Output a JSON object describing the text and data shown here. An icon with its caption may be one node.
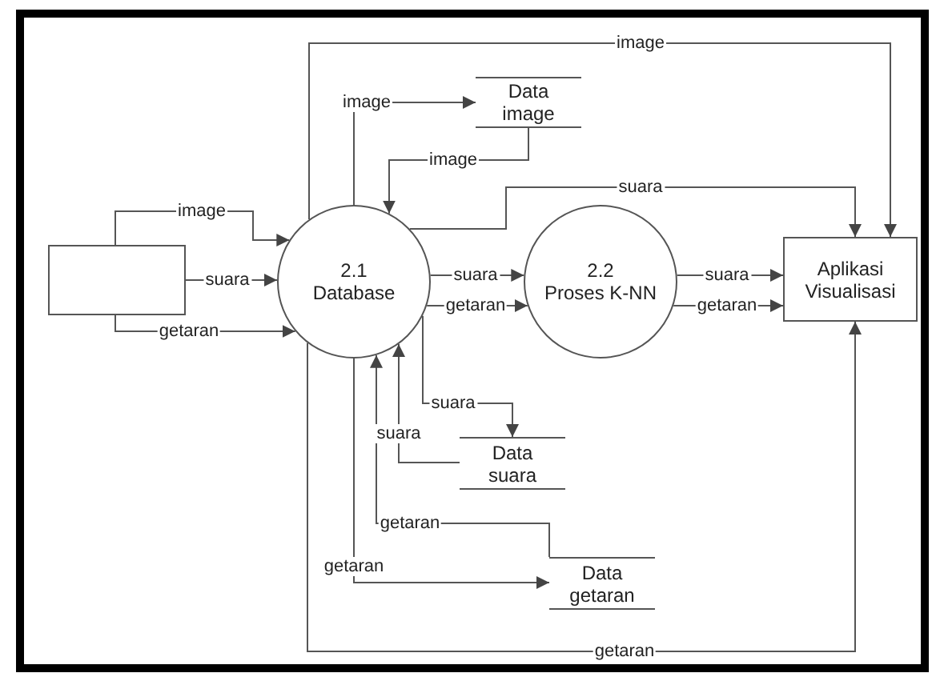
{
  "diagram": {
    "nodes": [
      {
        "text": [],
        "shape": "box"
      },
      {
        "text": [
          "2.1",
          "Database"
        ]
      },
      {
        "text": [
          "Data image"
        ]
      },
      {
        "text": [
          "2.2",
          "Proses K-NN"
        ]
      },
      {
        "text": [
          "Aplikasi Visualisasi"
        ]
      },
      {
        "text": [
          "Data suara"
        ]
      },
      {
        "text": [
          "Data getaran"
        ]
      }
    ],
    "edges": [
      {
        "from": 0,
        "to": 1,
        "arrow": "to",
        "label": "image"
      },
      {
        "from": 0,
        "to": 1,
        "arrow": "to",
        "label": "suara"
      },
      {
        "from": 0,
        "to": 1,
        "arrow": "to",
        "label": "getaran"
      },
      {
        "from": 1,
        "to": 2,
        "arrow": "to",
        "label": "image"
      },
      {
        "from": 2,
        "to": 1,
        "arrow": "to",
        "label": "image"
      },
      {
        "from": 1,
        "to": 4,
        "arrow": "to",
        "label": "image"
      },
      {
        "from": 1,
        "to": 4,
        "arrow": "to",
        "label": "suara"
      },
      {
        "from": 1,
        "to": 3,
        "arrow": "to",
        "label": "suara"
      },
      {
        "from": 1,
        "to": 3,
        "arrow": "to",
        "label": "getaran"
      },
      {
        "from": 3,
        "to": 4,
        "arrow": "to",
        "label": "suara"
      },
      {
        "from": 3,
        "to": 4,
        "arrow": "to",
        "label": "getaran"
      },
      {
        "from": 1,
        "to": 5,
        "arrow": "to",
        "label": "suara"
      },
      {
        "from": 5,
        "to": 1,
        "arrow": "to",
        "label": "suara"
      },
      {
        "from": 6,
        "to": 1,
        "arrow": "to",
        "label": "getaran"
      },
      {
        "from": 1,
        "to": 6,
        "arrow": "to",
        "label": "getaran"
      },
      {
        "from": 1,
        "to": 4,
        "arrow": "to",
        "label": "getaran"
      }
    ]
  }
}
